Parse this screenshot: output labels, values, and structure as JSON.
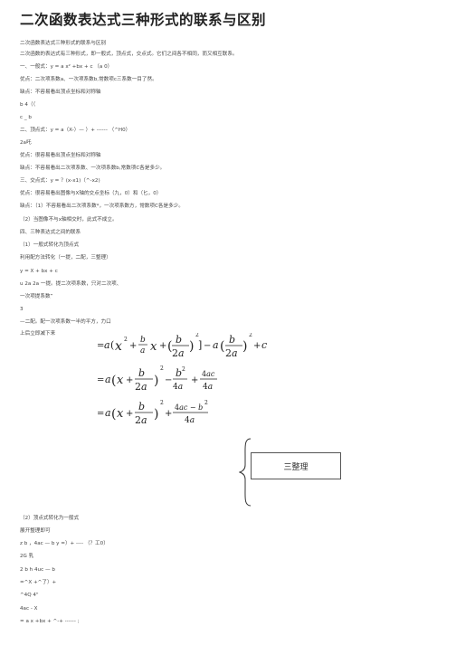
{
  "title": "二次函数表达式三种形式的联系与区别",
  "lines_top": [
    "二次函数表达式三种形式的联系与区别",
    "二次函数的表达式有三种形式，即一般式，顶点式，交点式。它们之间各不相同，而又相互联系。",
    "一、一般式：y = a x² +bx + c （a 0）",
    "优点：二次项系数a、一次项系数b,常数项c三系数一目了然。",
    "缺点：不容易看出顶点坐标和对称轴",
    "b 4（（",
    "c _ b",
    "二、顶点式：y = a（X-）— ）+ ------ （^H0）",
    "2a吒",
    "优点：很容易看出顶点坐标和对称轴",
    "缺点：不容易看出二次项系数、一次项系数b,常数项C各是多少。",
    "三、交点式：y = ？(x-x1)（^-x2)",
    "优点：很容易看出图像与X轴的交点坐标（九，0）和（匕，0）",
    "缺点：（1）不容易看出二次项系数*，一次项系数方，常数项C各是多少。",
    "（2）当图像不与x轴相交时，此式不成立。",
    "四、三种表达式之间的联系",
    "（1）一般式转化为顶点式",
    "利用配方法转化（一提，二配，三整理）",
    "y = X + bx + c",
    "u 2a 2a 一提。提二次项系数，只对二次项、",
    "一次项提系数”",
    "3",
    "—二配。配一次项系数一半的平方，力口",
    "上后立即减下来"
  ],
  "note": "三整理",
  "lines_bottom": [
    "（2）顶点式转化为一般式",
    "展开整理即可",
    "z b ，4ac — b y =）+ ---- （？工0）",
    "2G 乳",
    "2 b h 4uc — b",
    "=^X +^了）+",
    "^4Q 4\"",
    "4ac - X",
    "= a x +bx + ^-+ ------ ;"
  ]
}
